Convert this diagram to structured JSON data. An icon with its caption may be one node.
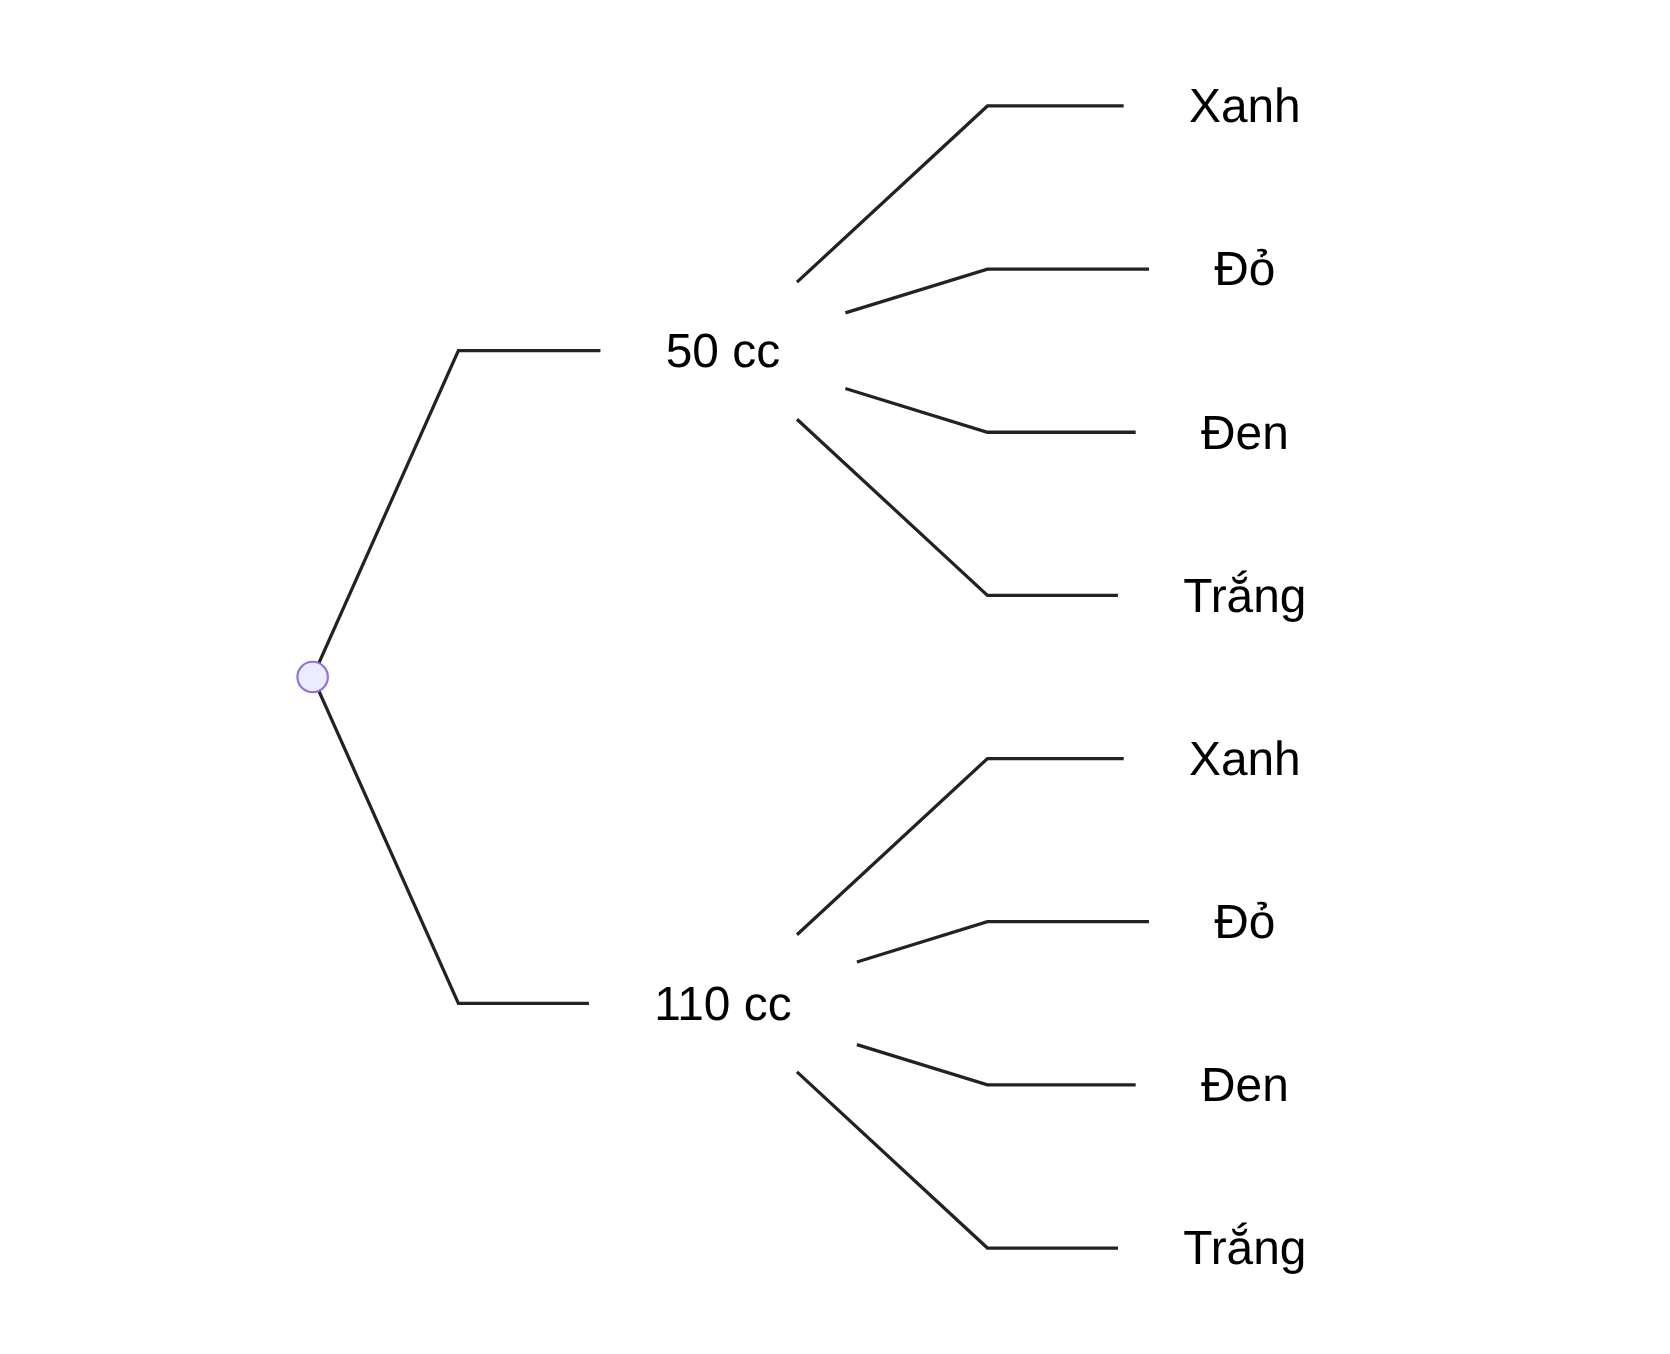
{
  "diagram": {
    "nodes": [
      {
        "text": [],
        "shape": "point"
      },
      {
        "text": [
          "50 cc"
        ]
      },
      {
        "text": [
          "Xanh"
        ]
      },
      {
        "text": [
          "Đỏ"
        ]
      },
      {
        "text": [
          "Đen"
        ]
      },
      {
        "text": [
          "Trắng"
        ]
      },
      {
        "text": [
          "110 cc"
        ]
      },
      {
        "text": [
          "Xanh"
        ]
      },
      {
        "text": [
          "Đỏ"
        ]
      },
      {
        "text": [
          "Đen"
        ]
      },
      {
        "text": [
          "Trắng"
        ]
      }
    ],
    "edges": [
      {
        "from": 0,
        "to": 1,
        "arrow": "none"
      },
      {
        "from": 1,
        "to": 2,
        "arrow": "none"
      },
      {
        "from": 1,
        "to": 3,
        "arrow": "none"
      },
      {
        "from": 1,
        "to": 4,
        "arrow": "none"
      },
      {
        "from": 1,
        "to": 5,
        "arrow": "none"
      },
      {
        "from": 0,
        "to": 6,
        "arrow": "none"
      },
      {
        "from": 6,
        "to": 7,
        "arrow": "none"
      },
      {
        "from": 6,
        "to": 8,
        "arrow": "none"
      },
      {
        "from": 6,
        "to": 9,
        "arrow": "none"
      },
      {
        "from": 6,
        "to": 10,
        "arrow": "none"
      }
    ]
  }
}
